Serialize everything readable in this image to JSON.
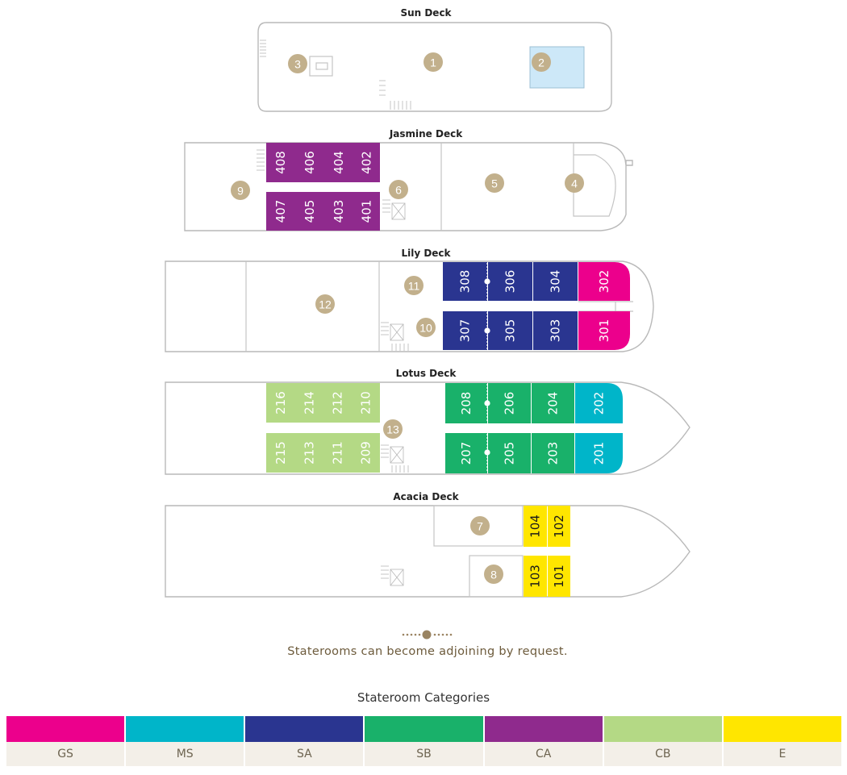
{
  "colors": {
    "GS": "#ec008c",
    "MS": "#00b5c9",
    "SA": "#2a3590",
    "SB": "#19b16a",
    "CA": "#8f2a8d",
    "CB": "#b4d985",
    "E": "#ffe600",
    "pool": "#cde8f8",
    "marker": "#c2b08c"
  },
  "decks": [
    {
      "id": "sun",
      "title": "Sun Deck"
    },
    {
      "id": "jasmine",
      "title": "Jasmine Deck"
    },
    {
      "id": "lily",
      "title": "Lily Deck"
    },
    {
      "id": "lotus",
      "title": "Lotus Deck"
    },
    {
      "id": "acacia",
      "title": "Acacia Deck"
    }
  ],
  "rooms": [
    {
      "num": "408",
      "cat": "CA",
      "deck": "jasmine"
    },
    {
      "num": "406",
      "cat": "CA",
      "deck": "jasmine"
    },
    {
      "num": "404",
      "cat": "CA",
      "deck": "jasmine"
    },
    {
      "num": "402",
      "cat": "CA",
      "deck": "jasmine"
    },
    {
      "num": "407",
      "cat": "CA",
      "deck": "jasmine"
    },
    {
      "num": "405",
      "cat": "CA",
      "deck": "jasmine"
    },
    {
      "num": "403",
      "cat": "CA",
      "deck": "jasmine"
    },
    {
      "num": "401",
      "cat": "CA",
      "deck": "jasmine"
    },
    {
      "num": "308",
      "cat": "SA",
      "deck": "lily"
    },
    {
      "num": "306",
      "cat": "SA",
      "deck": "lily"
    },
    {
      "num": "304",
      "cat": "SA",
      "deck": "lily"
    },
    {
      "num": "302",
      "cat": "GS",
      "deck": "lily"
    },
    {
      "num": "307",
      "cat": "SA",
      "deck": "lily"
    },
    {
      "num": "305",
      "cat": "SA",
      "deck": "lily"
    },
    {
      "num": "303",
      "cat": "SA",
      "deck": "lily"
    },
    {
      "num": "301",
      "cat": "GS",
      "deck": "lily"
    },
    {
      "num": "216",
      "cat": "CB",
      "deck": "lotus"
    },
    {
      "num": "214",
      "cat": "CB",
      "deck": "lotus"
    },
    {
      "num": "212",
      "cat": "CB",
      "deck": "lotus"
    },
    {
      "num": "210",
      "cat": "CB",
      "deck": "lotus"
    },
    {
      "num": "208",
      "cat": "SB",
      "deck": "lotus"
    },
    {
      "num": "206",
      "cat": "SB",
      "deck": "lotus"
    },
    {
      "num": "204",
      "cat": "SB",
      "deck": "lotus"
    },
    {
      "num": "202",
      "cat": "MS",
      "deck": "lotus"
    },
    {
      "num": "215",
      "cat": "CB",
      "deck": "lotus"
    },
    {
      "num": "213",
      "cat": "CB",
      "deck": "lotus"
    },
    {
      "num": "211",
      "cat": "CB",
      "deck": "lotus"
    },
    {
      "num": "209",
      "cat": "CB",
      "deck": "lotus"
    },
    {
      "num": "207",
      "cat": "SB",
      "deck": "lotus"
    },
    {
      "num": "205",
      "cat": "SB",
      "deck": "lotus"
    },
    {
      "num": "203",
      "cat": "SB",
      "deck": "lotus"
    },
    {
      "num": "201",
      "cat": "MS",
      "deck": "lotus"
    },
    {
      "num": "104",
      "cat": "E",
      "deck": "acacia"
    },
    {
      "num": "102",
      "cat": "E",
      "deck": "acacia"
    },
    {
      "num": "103",
      "cat": "E",
      "deck": "acacia"
    },
    {
      "num": "101",
      "cat": "E",
      "deck": "acacia"
    }
  ],
  "markers": [
    "1",
    "2",
    "3",
    "4",
    "5",
    "6",
    "7",
    "8",
    "9",
    "10",
    "11",
    "12",
    "13"
  ],
  "legend": {
    "text": "Staterooms can become adjoining by request."
  },
  "categories_title": "Stateroom Categories",
  "categories": [
    {
      "code": "GS",
      "color": "#ec008c"
    },
    {
      "code": "MS",
      "color": "#00b5c9"
    },
    {
      "code": "SA",
      "color": "#2a3590"
    },
    {
      "code": "SB",
      "color": "#19b16a"
    },
    {
      "code": "CA",
      "color": "#8f2a8d"
    },
    {
      "code": "CB",
      "color": "#b4d985"
    },
    {
      "code": "E",
      "color": "#ffe600"
    }
  ]
}
